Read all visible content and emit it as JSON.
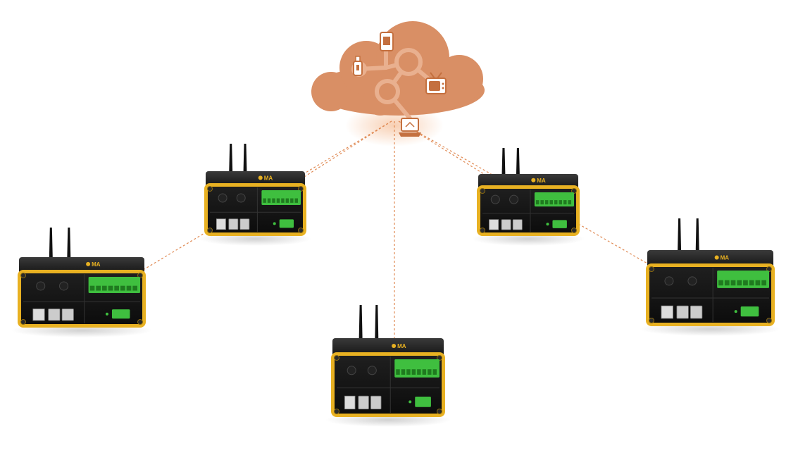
{
  "diagram": {
    "cloud_color": "#d98f65",
    "cloud_node_color": "#e9b08f",
    "link_color": "#e08a54",
    "device_body_color": "#1a1a1a",
    "device_frame_color": "#e8b122",
    "terminal_color": "#3fbf3f",
    "cloud_icons": [
      "tablet-icon",
      "usb-stick-icon",
      "tv-icon",
      "laptop-icon"
    ],
    "devices": [
      {
        "id": "gateway-top-left",
        "brand": "MA"
      },
      {
        "id": "gateway-top-right",
        "brand": "MA"
      },
      {
        "id": "gateway-left",
        "brand": "MA"
      },
      {
        "id": "gateway-right",
        "brand": "MA"
      },
      {
        "id": "gateway-bottom-center",
        "brand": "MA"
      }
    ]
  }
}
